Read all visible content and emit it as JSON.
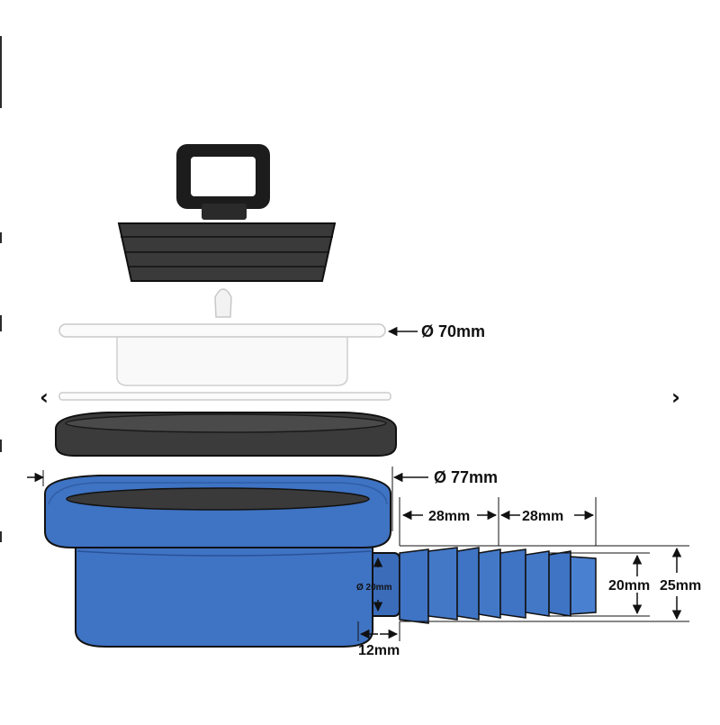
{
  "navigation": {
    "prev_icon": "‹",
    "next_icon": "›"
  },
  "labels": {
    "lid_diameter": "Ø 70mm",
    "base_diameter": "Ø 77mm",
    "barb_length_1": "28mm",
    "barb_length_2": "28mm",
    "outlet_inner_diameter": "Ø 20mm",
    "hose_inner_diameter": "20mm",
    "hose_outer_diameter": "25mm",
    "outlet_length": "12mm"
  },
  "colors": {
    "stopper": "#3a3a3a",
    "base_blue": "#3f73c3",
    "base_blue_dark": "#2f5ea8",
    "gasket": "#3b3b3b",
    "outline": "#111111"
  }
}
